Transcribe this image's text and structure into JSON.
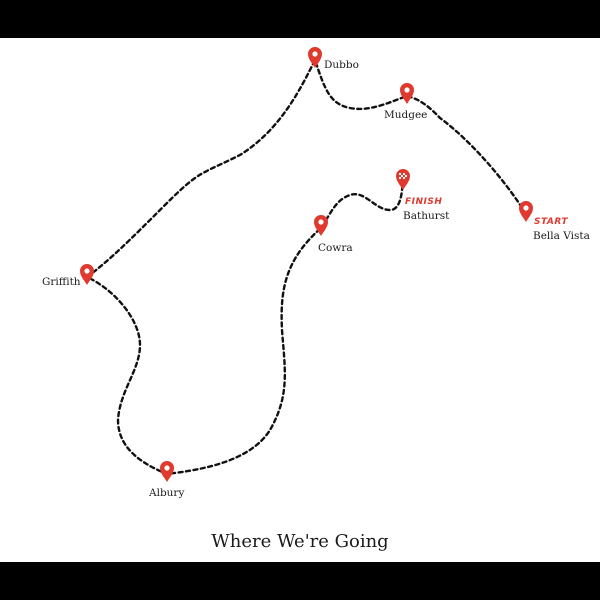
{
  "colors": {
    "marker": "#e03a2f",
    "route": "#111111",
    "text": "#1a1a1a",
    "background": "#ffffff",
    "letterbox": "#000000"
  },
  "caption": "Where We're Going",
  "labels": {
    "start": "START",
    "finish": "FINISH"
  },
  "stops": [
    {
      "id": "bella-vista",
      "name": "Bella Vista",
      "role": "start"
    },
    {
      "id": "mudgee",
      "name": "Mudgee"
    },
    {
      "id": "dubbo",
      "name": "Dubbo"
    },
    {
      "id": "griffith",
      "name": "Griffith"
    },
    {
      "id": "albury",
      "name": "Albury"
    },
    {
      "id": "cowra",
      "name": "Cowra"
    },
    {
      "id": "bathurst",
      "name": "Bathurst",
      "role": "finish"
    }
  ]
}
